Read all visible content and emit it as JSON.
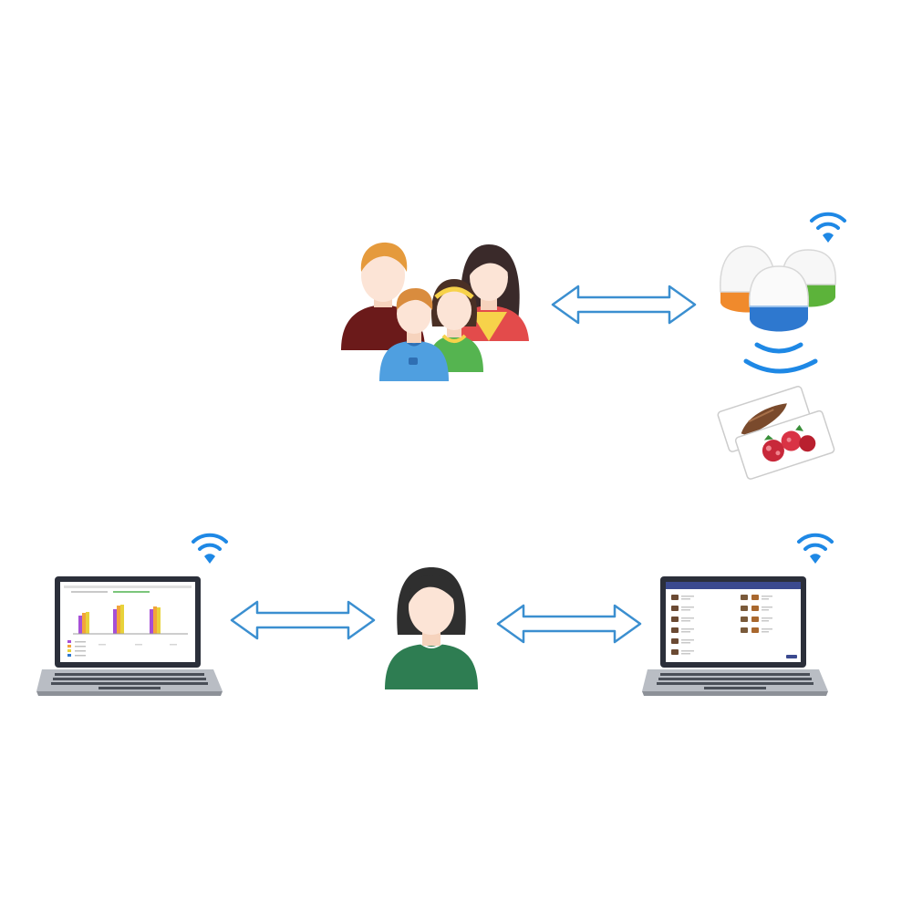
{
  "diagram": {
    "nodes": [
      {
        "id": "family",
        "icon": "family-group-icon"
      },
      {
        "id": "smart-objects",
        "icon": "smart-eggs-icon"
      },
      {
        "id": "picture-cards",
        "icon": "picture-cards-icon"
      },
      {
        "id": "therapist",
        "icon": "woman-avatar-icon"
      },
      {
        "id": "analytics-laptop",
        "icon": "laptop-chart-icon"
      },
      {
        "id": "cards-laptop",
        "icon": "laptop-grid-icon"
      }
    ],
    "edges": [
      {
        "from": "family",
        "to": "smart-objects",
        "type": "bidirectional"
      },
      {
        "from": "analytics-laptop",
        "to": "therapist",
        "type": "bidirectional"
      },
      {
        "from": "therapist",
        "to": "cards-laptop",
        "type": "bidirectional"
      }
    ]
  },
  "colors": {
    "arrow": "#3b8fd0",
    "wifi": "#1e88e5",
    "skin": "#fce4d6",
    "woman_shirt": "#2e7d52",
    "bar_purple": "#a64fd6",
    "bar_orange": "#f3a43a",
    "bar_yellow": "#e8d23a",
    "egg_orange": "#f08a2c",
    "egg_green": "#5cb33a",
    "egg_blue": "#2e78cf"
  }
}
